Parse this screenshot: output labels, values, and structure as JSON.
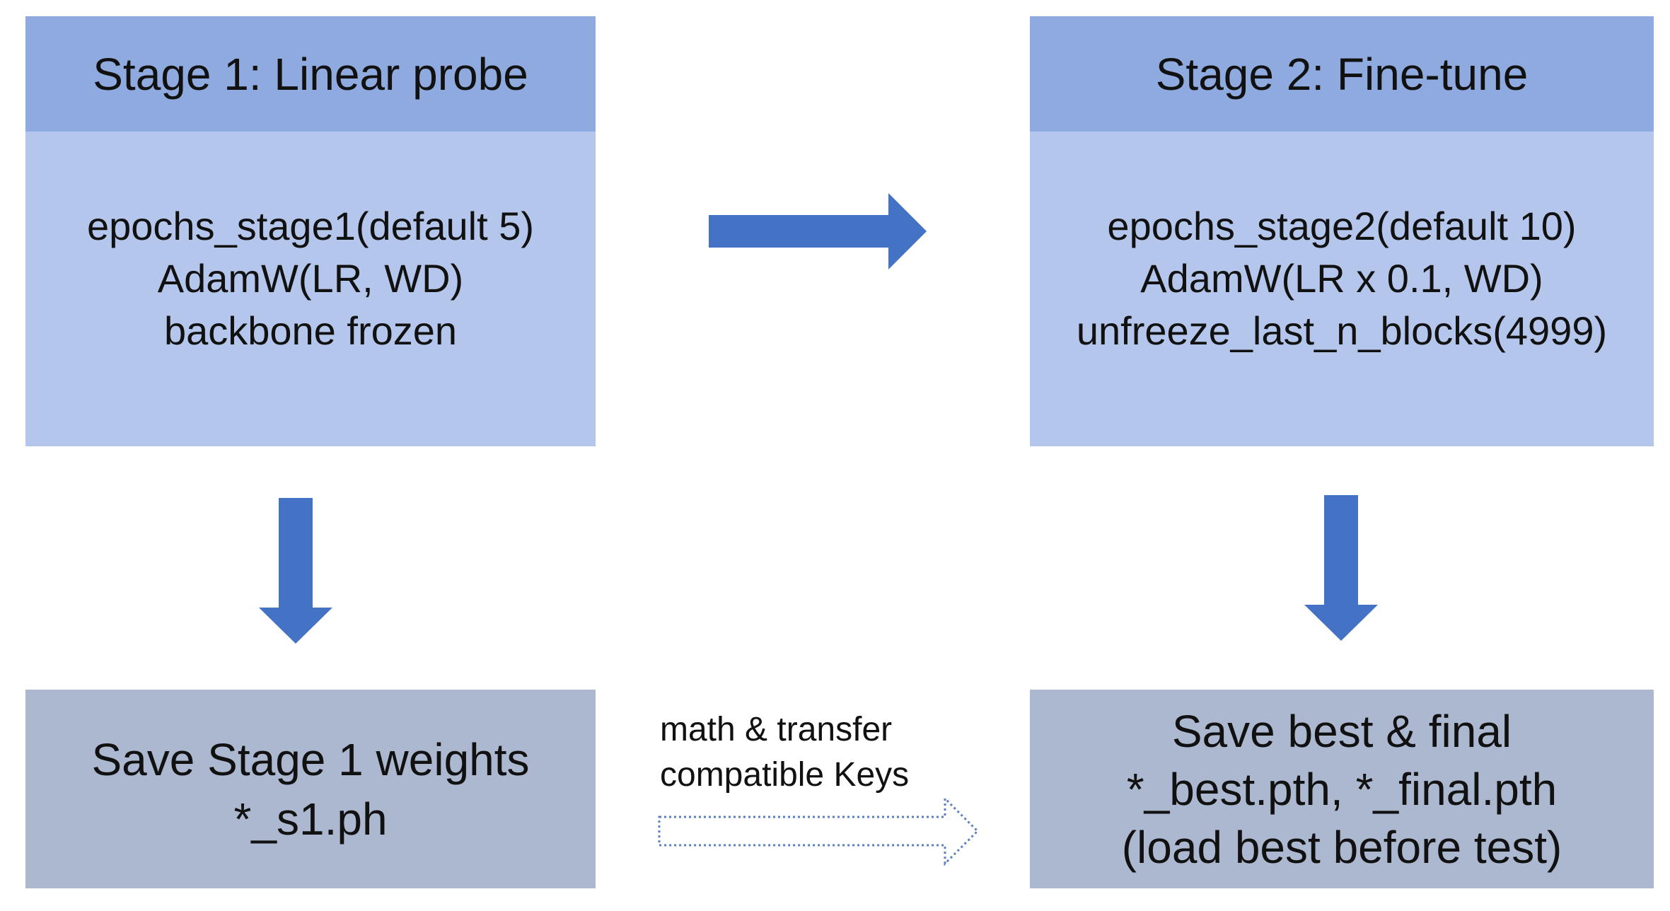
{
  "stage1": {
    "title": "Stage 1: Linear probe",
    "lines": [
      "epochs_stage1(default 5)",
      "AdamW(LR, WD)",
      "backbone frozen"
    ]
  },
  "stage2": {
    "title": "Stage 2: Fine-tune",
    "lines": [
      "epochs_stage2(default 10)",
      "AdamW(LR x 0.1, WD)",
      "unfreeze_last_n_blocks(4999)"
    ]
  },
  "save1": {
    "lines": [
      "Save Stage 1 weights",
      "*_s1.ph"
    ]
  },
  "save2": {
    "lines": [
      "Save best & final",
      "*_best.pth, *_final.pth",
      "(load best before test)"
    ]
  },
  "transfer": {
    "lines": [
      "math & transfer",
      "compatible Keys"
    ]
  },
  "colors": {
    "header": "#8eaadf",
    "body": "#b4c6eb",
    "save_box": "#acb8cf",
    "arrow": "#4472c4"
  }
}
